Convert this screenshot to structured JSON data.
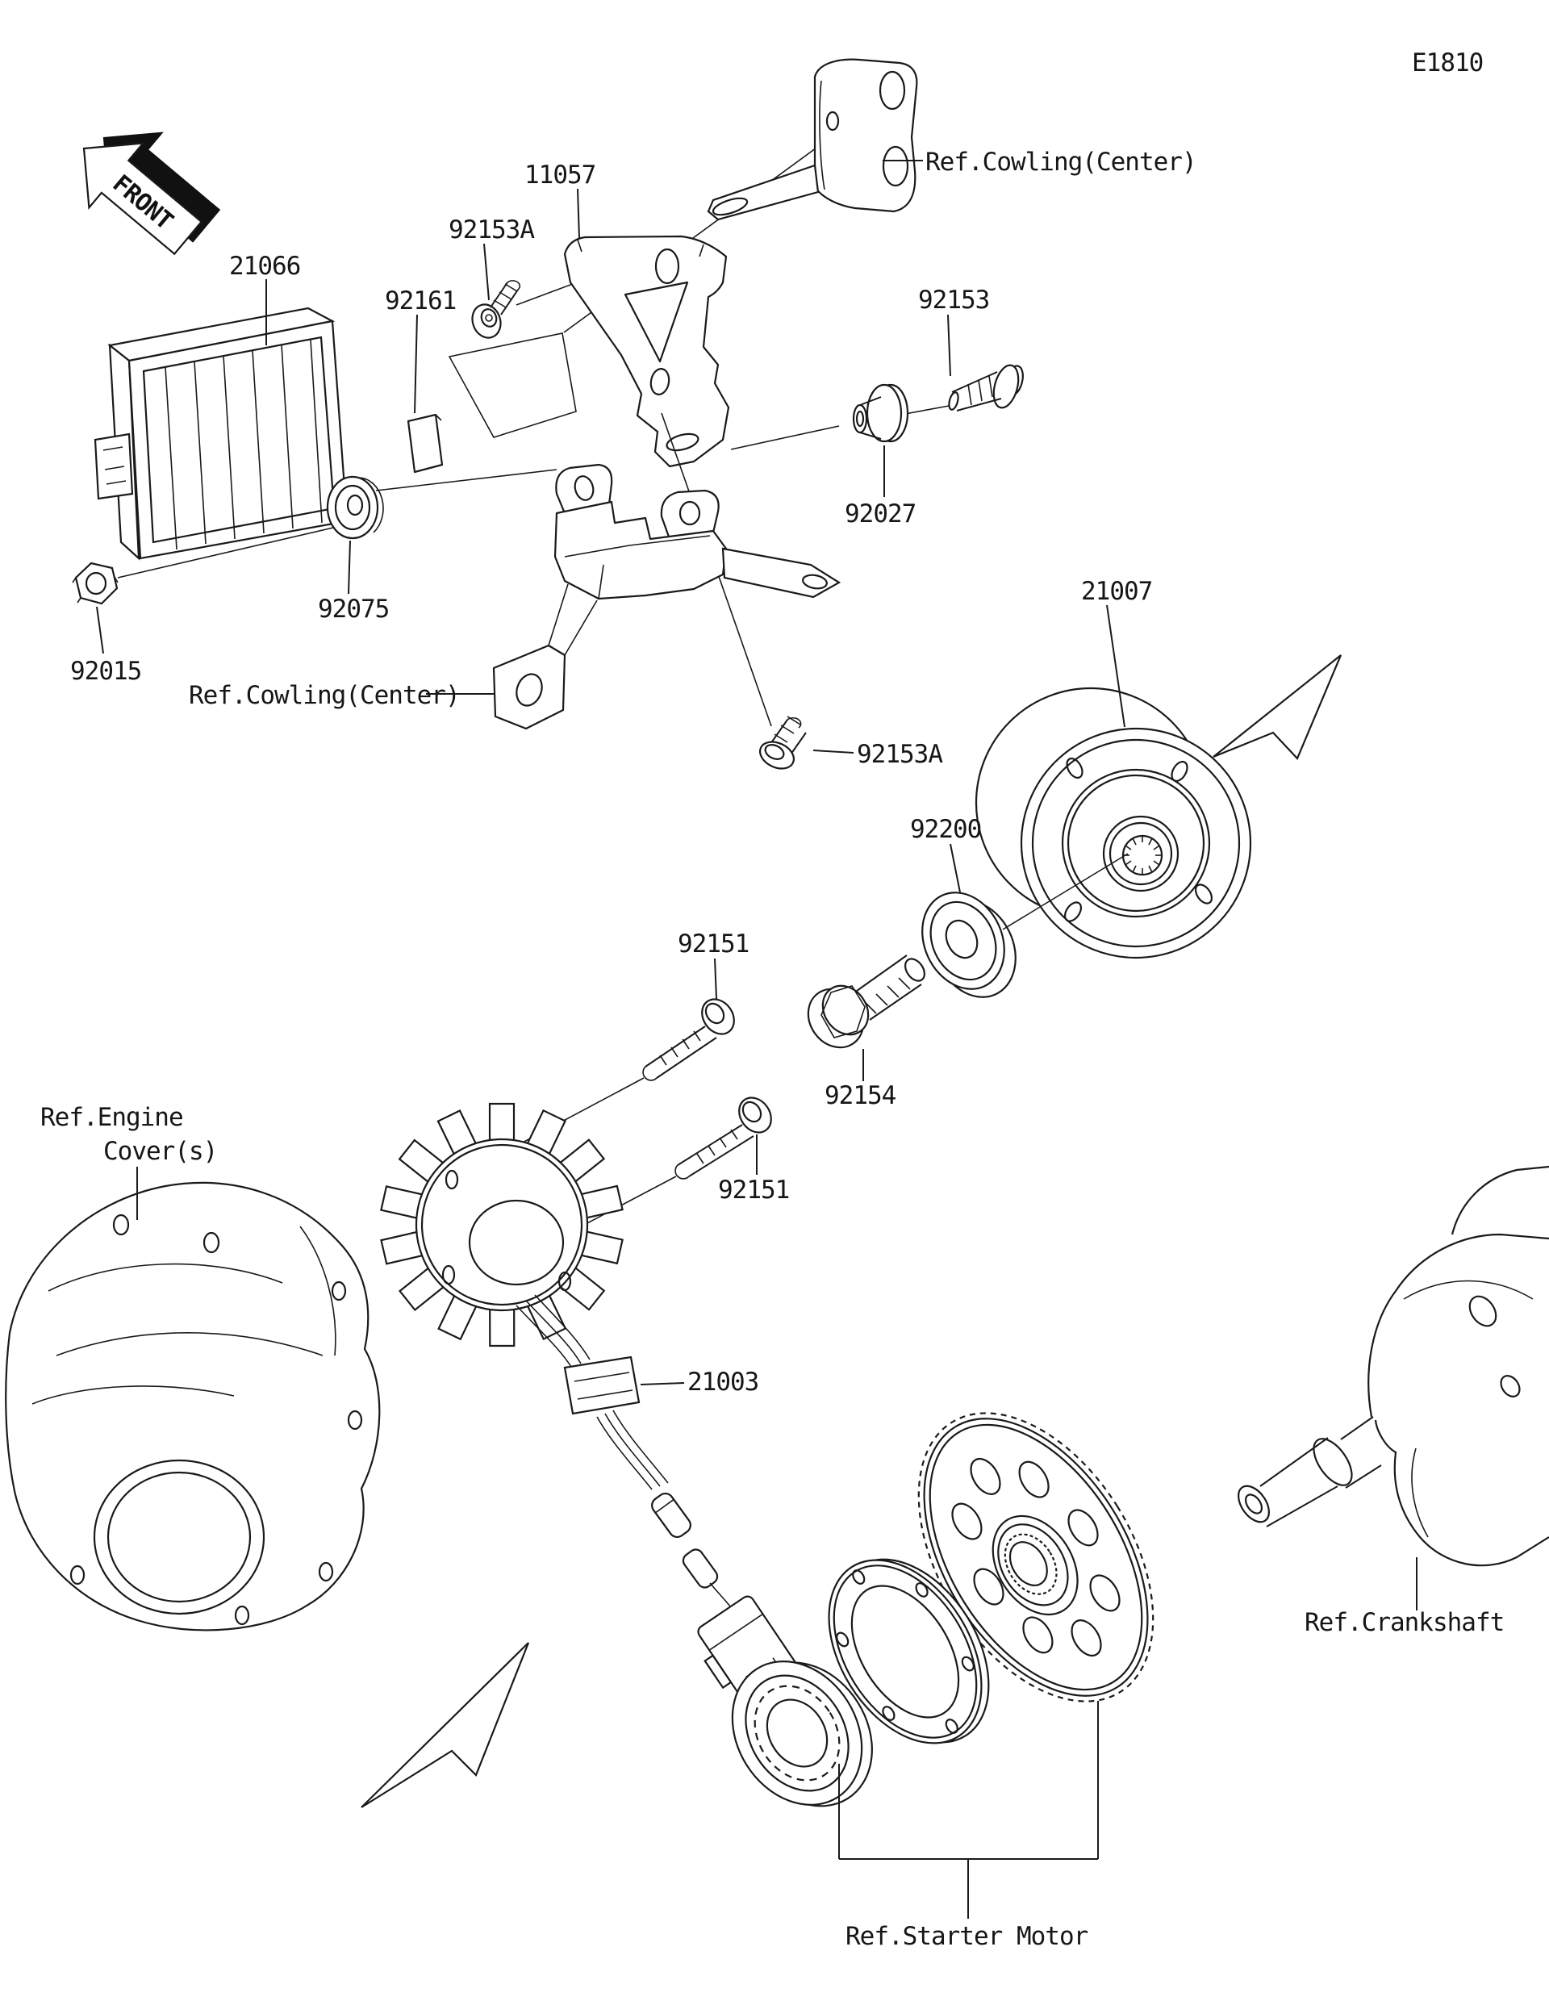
{
  "diagram": {
    "code": "E1810",
    "front_marker": "FRONT",
    "labels": {
      "n21066": "21066",
      "n92161": "92161",
      "n92153a_top": "92153A",
      "n11057": "11057",
      "ref_cowling_top": "Ref.Cowling(Center)",
      "n92153": "92153",
      "n92027": "92027",
      "n92075": "92075",
      "n92015": "92015",
      "ref_cowling_left": "Ref.Cowling(Center)",
      "n92153a_mid": "92153A",
      "n21007": "21007",
      "n92200": "92200",
      "n92151_upper": "92151",
      "n92154": "92154",
      "n92151_lower": "92151",
      "ref_engine_line1": "Ref.Engine",
      "ref_engine_line2": "Cover(s)",
      "n21003": "21003",
      "ref_crankshaft": "Ref.Crankshaft",
      "ref_starter_motor": "Ref.Starter Motor"
    }
  }
}
